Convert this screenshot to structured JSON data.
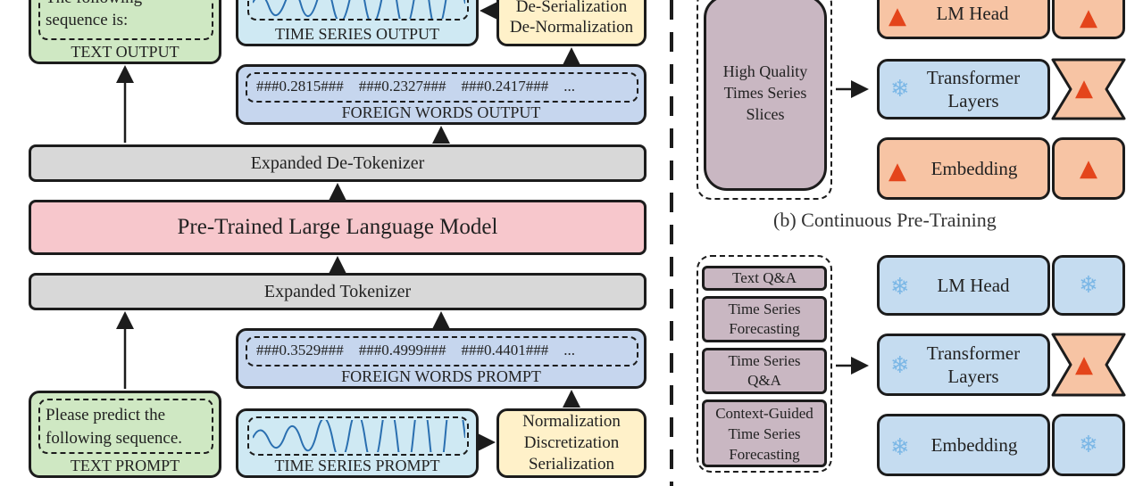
{
  "left": {
    "text_output": {
      "content": "The following\nsequence is:",
      "label": "TEXT OUTPUT"
    },
    "time_series_output": {
      "label": "TIME SERIES OUTPUT"
    },
    "deserialization": {
      "line1": "De-Serialization",
      "line2": "De-Normalization"
    },
    "foreign_words_output": {
      "content": "###0.2815###    ###0.2327###    ###0.2417###    ...",
      "label": "FOREIGN WORDS OUTPUT"
    },
    "detokenizer": "Expanded De-Tokenizer",
    "llm": "Pre-Trained Large Language Model",
    "tokenizer": "Expanded Tokenizer",
    "foreign_words_prompt": {
      "content": "###0.3529###    ###0.4999###    ###0.4401###    ...",
      "label": "FOREIGN WORDS PROMPT"
    },
    "text_prompt": {
      "content": "Please predict the\nfollowing sequence.",
      "label": "TEXT PROMPT"
    },
    "time_series_prompt": {
      "label": "TIME SERIES PROMPT"
    },
    "normalization": {
      "line1": "Normalization",
      "line2": "Discretization",
      "line3": "Serialization"
    }
  },
  "right_top": {
    "data_box": "High Quality\nTimes Series\nSlices",
    "lm_head": "LM Head",
    "transformer": "Transformer\nLayers",
    "embedding": "Embedding",
    "caption": "(b) Continuous Pre-Training"
  },
  "right_bottom": {
    "tasks": [
      "Text Q&A",
      "Time Series\nForecasting",
      "Time Series\nQ&A",
      "Context-Guided\nTime Series\nForecasting"
    ],
    "lm_head": "LM Head",
    "transformer": "Transformer\nLayers",
    "embedding": "Embedding"
  },
  "icons": {
    "trainable": "fire-icon",
    "frozen": "snowflake-icon"
  },
  "colors": {
    "green": "#cfe8c3",
    "cyan": "#cfe9f3",
    "yellow": "#fff1c9",
    "blue": "#c6d6ee",
    "gray": "#d8d8d8",
    "pink": "#f7c7cc",
    "orange": "#f7c4a4",
    "purple": "#c9b7c2",
    "light_blue": "#c5dcf0"
  }
}
